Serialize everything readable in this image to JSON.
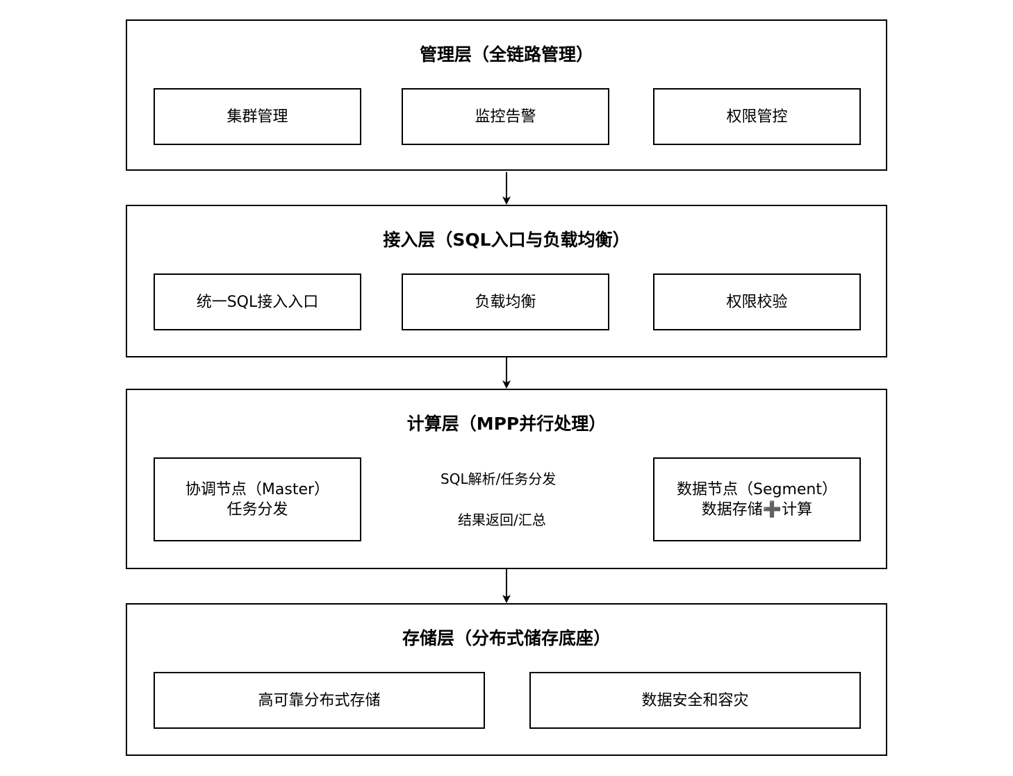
{
  "layers": [
    {
      "title": "管理层（全链路管理）",
      "nodes": [
        "集群管理",
        "监控告警",
        "权限管控"
      ]
    },
    {
      "title": "接入层（SQL入口与负载均衡）",
      "nodes": [
        "统一SQL接入入口",
        "负载均衡",
        "权限校验"
      ]
    },
    {
      "title": "计算层（MPP并行处理）",
      "master": {
        "line1": "协调节点（Master）",
        "line2": "任务分发"
      },
      "segment": {
        "line1": "数据节点（Segment）",
        "line2": "数据存储➕计算"
      },
      "edges": {
        "forward": "SQL解析/任务分发",
        "backward": "结果返回/汇总"
      }
    },
    {
      "title": "存储层（分布式储存底座）",
      "nodes": [
        "高可靠分布式存储",
        "数据安全和容灾"
      ]
    }
  ]
}
